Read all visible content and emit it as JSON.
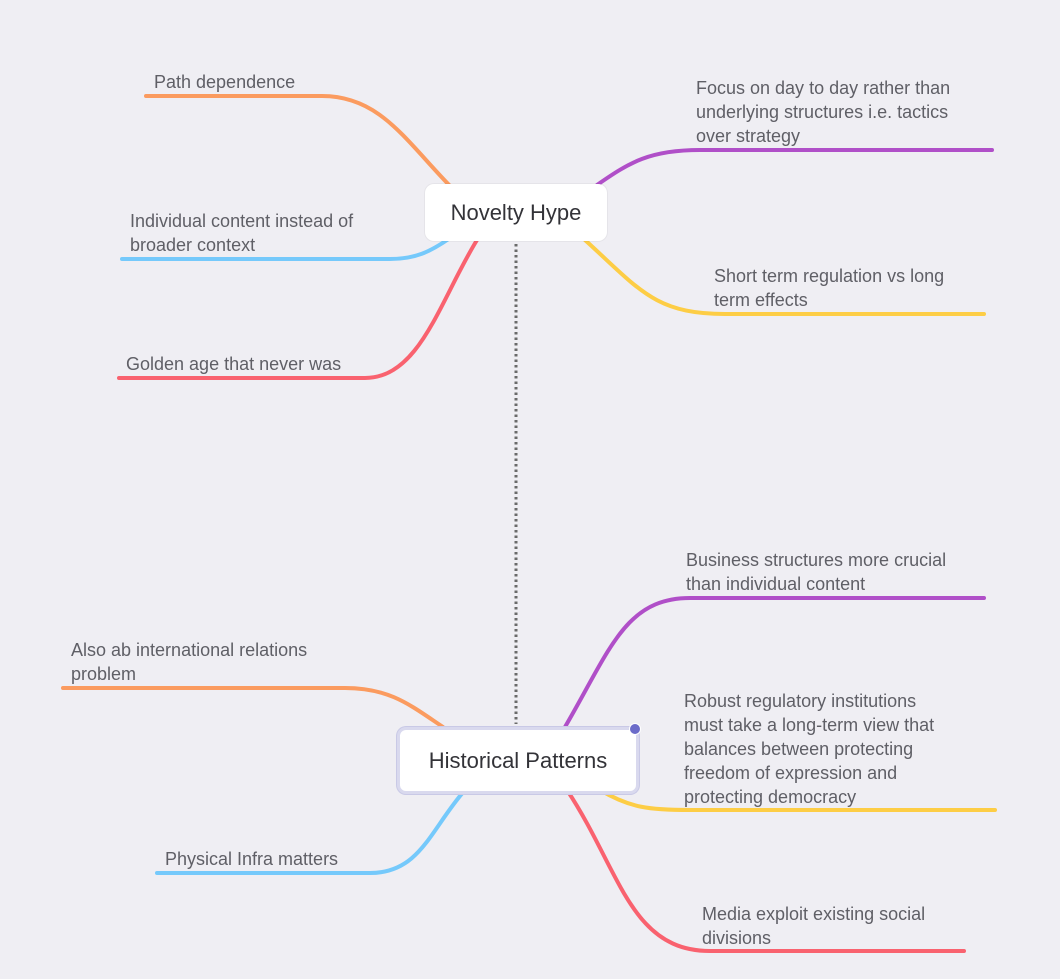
{
  "nodes": {
    "novelty": {
      "label": "Novelty Hype"
    },
    "historical": {
      "label": "Historical Patterns"
    }
  },
  "colors": {
    "orange": "#fb9b5f",
    "blue": "#75c9fb",
    "red": "#f9626f",
    "purple": "#b04fc8",
    "yellow": "#fdcd45",
    "connector": "#6a6a6a"
  },
  "branches": {
    "novelty": [
      {
        "text": "Path dependence",
        "color": "orange"
      },
      {
        "text": "Individual content instead of\nbroader context",
        "color": "blue"
      },
      {
        "text": "Golden age that never was",
        "color": "red"
      },
      {
        "text": "Focus on day to day rather than\nunderlying structures i.e. tactics\nover strategy",
        "color": "purple"
      },
      {
        "text": "Short term regulation vs long\nterm effects",
        "color": "yellow"
      }
    ],
    "historical": [
      {
        "text": "Also ab international relations\nproblem",
        "color": "orange"
      },
      {
        "text": "Physical Infra matters",
        "color": "blue"
      },
      {
        "text": "Business structures more crucial\nthan individual content",
        "color": "purple"
      },
      {
        "text": "Robust regulatory institutions\nmust take a long-term view that\nbalances between protecting\nfreedom of expression and\nprotecting democracy",
        "color": "yellow"
      },
      {
        "text": "Media exploit existing social\ndivisions",
        "color": "red"
      }
    ]
  }
}
